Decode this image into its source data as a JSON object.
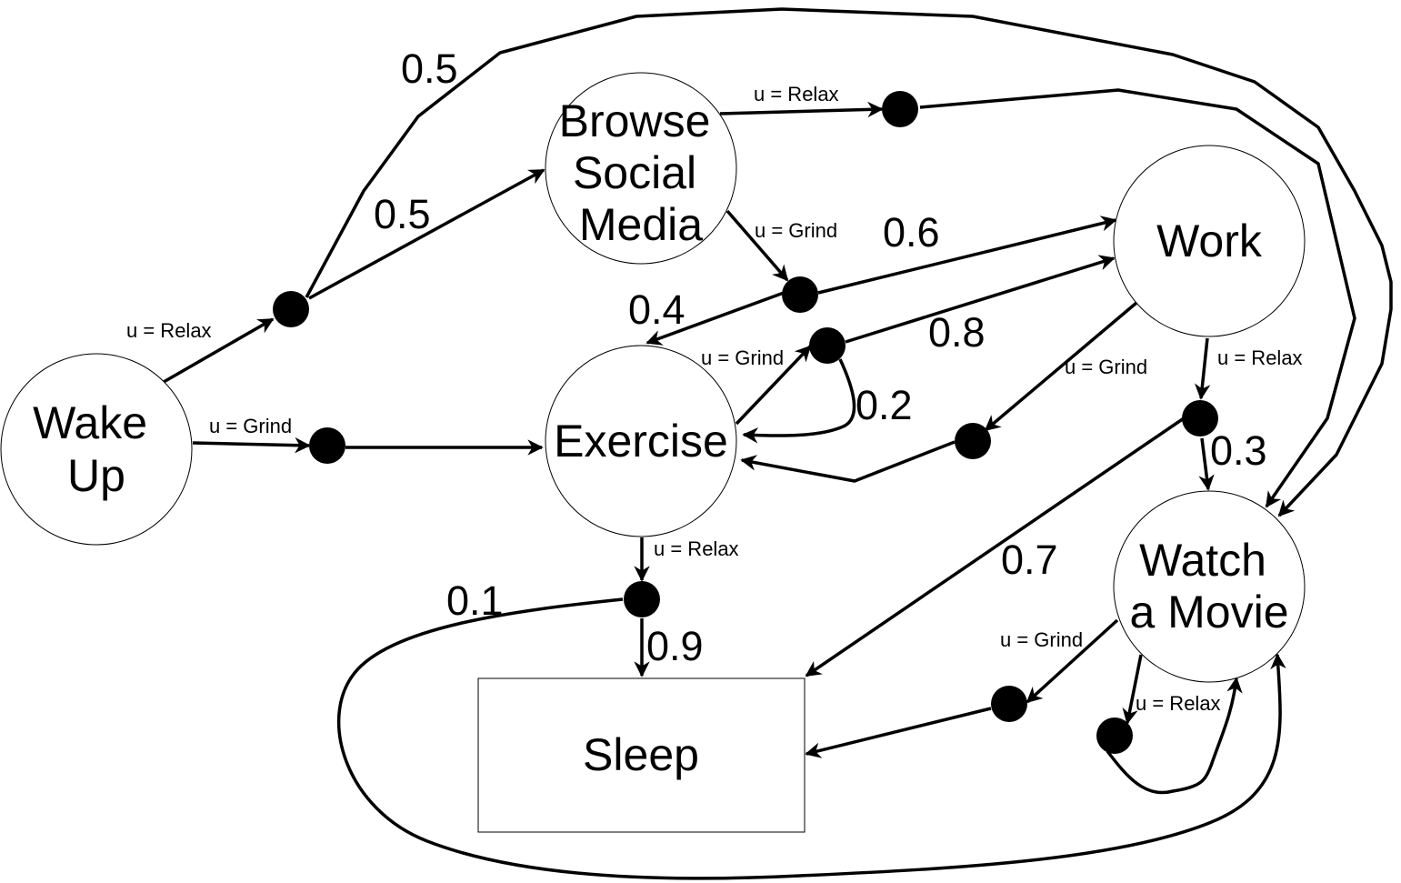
{
  "diagram": {
    "nodes": {
      "wake_up": [
        "Wake",
        "Up"
      ],
      "browse_social_media": [
        "Browse",
        "Social",
        "Media"
      ],
      "exercise": [
        "Exercise"
      ],
      "work": [
        "Work"
      ],
      "watch_a_movie": [
        "Watch",
        "a Movie"
      ],
      "sleep": [
        "Sleep"
      ]
    },
    "actions": {
      "wake_relax": "u = Relax",
      "wake_grind": "u = Grind",
      "browse_relax": "u = Relax",
      "browse_grind": "u = Grind",
      "exercise_grind": "u = Grind",
      "exercise_relax": "u = Relax",
      "work_grind": "u = Grind",
      "work_relax": "u = Relax",
      "movie_grind": "u = Grind",
      "movie_relax": "u = Relax"
    },
    "probabilities": {
      "wake_relax_to_movie": "0.5",
      "wake_relax_to_browse": "0.5",
      "browse_grind_to_work": "0.6",
      "browse_grind_to_exercise": "0.4",
      "exercise_grind_to_work": "0.8",
      "exercise_grind_to_exercise": "0.2",
      "exercise_relax_to_movie": "0.1",
      "exercise_relax_to_sleep": "0.9",
      "work_relax_to_movie": "0.3",
      "work_relax_to_sleep": "0.7"
    }
  }
}
